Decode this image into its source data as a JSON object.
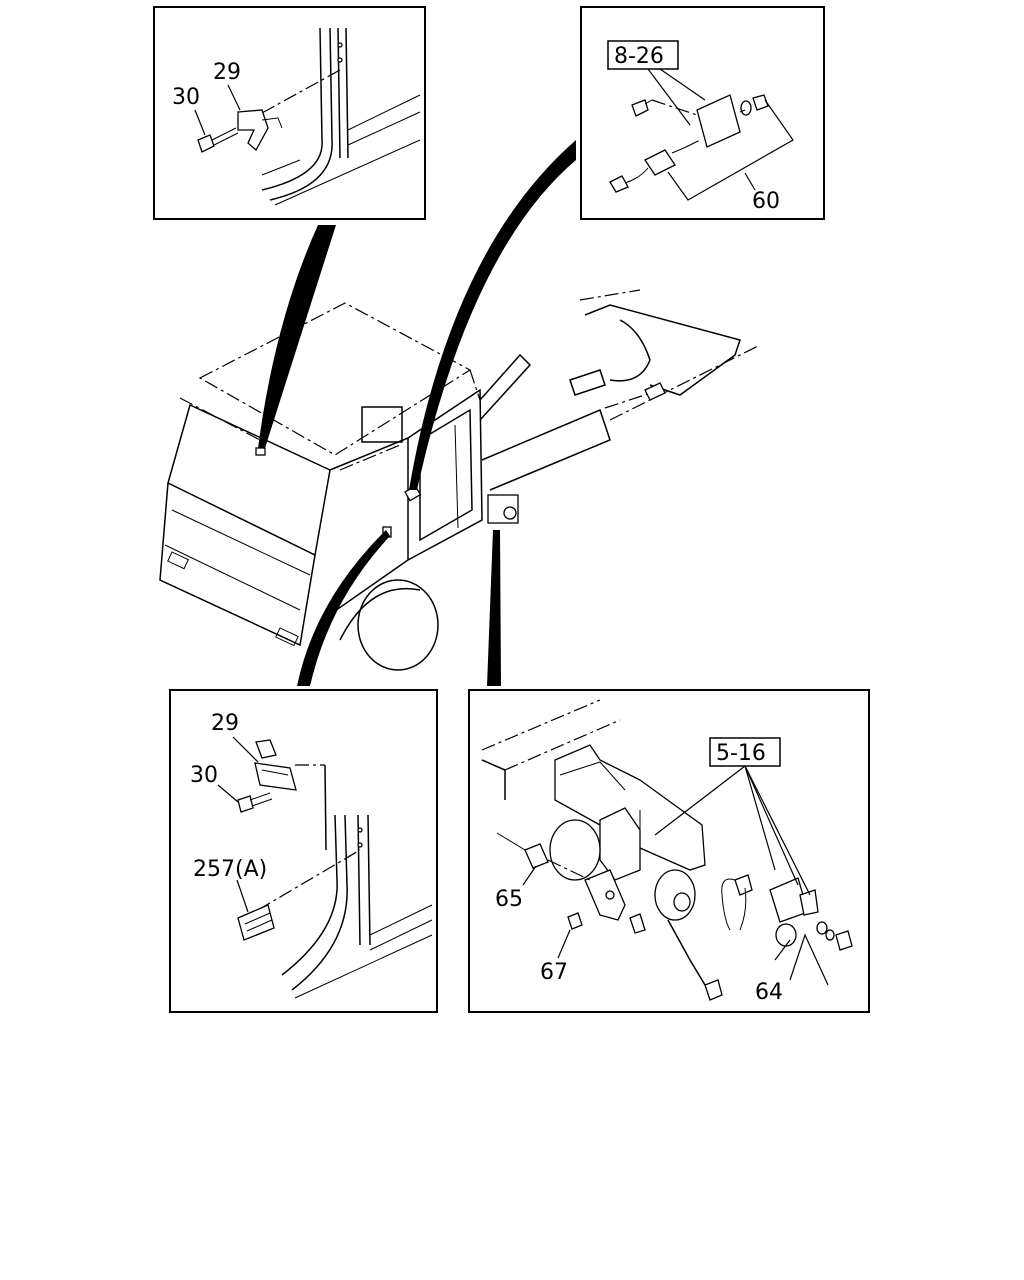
{
  "callouts": {
    "top_left_29": "29",
    "top_left_30": "30",
    "top_right_ref": "8-26",
    "top_right_60": "60",
    "bottom_left_29": "29",
    "bottom_left_30": "30",
    "bottom_left_257": "257(A)",
    "bottom_right_ref": "5-16",
    "bottom_right_65": "65",
    "bottom_right_67": "67",
    "bottom_right_64": "64"
  }
}
